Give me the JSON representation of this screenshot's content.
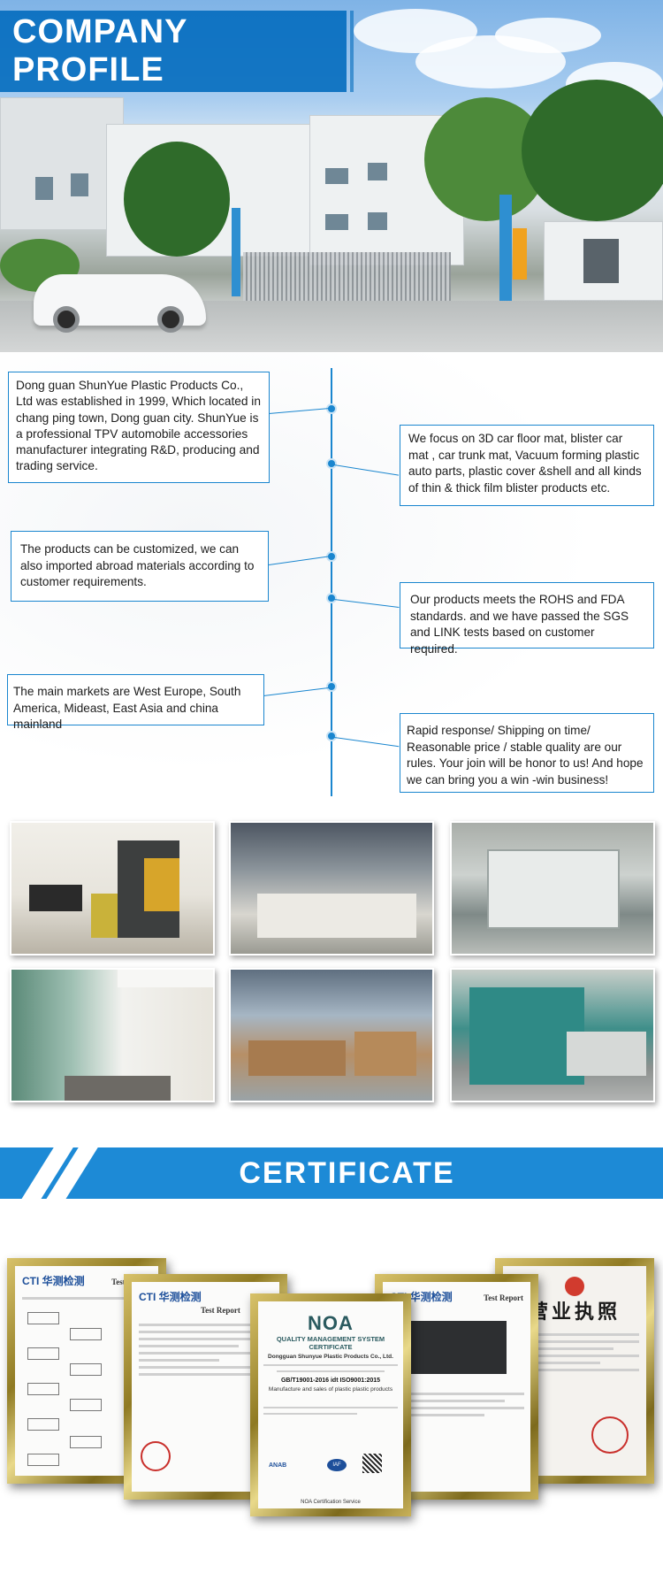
{
  "profile": {
    "title": "COMPANY PROFILE"
  },
  "timeline": {
    "items": [
      {
        "side": "left",
        "text": "Dong guan ShunYue Plastic Products Co., Ltd was established in 1999, Which located in chang ping town, Dong guan city. ShunYue is a professional TPV automobile accessories manufacturer integrating R&D, producing and trading service."
      },
      {
        "side": "right",
        "text": "We focus on 3D car floor mat, blister car mat , car trunk mat, Vacuum forming plastic auto parts, plastic cover &shell and all kinds of thin & thick film blister products etc."
      },
      {
        "side": "left",
        "text": "The products can be customized, we can also imported abroad materials according to customer requirements."
      },
      {
        "side": "right",
        "text": "Our products meets the ROHS and FDA standards. and we have passed the SGS and LINK tests based on customer required."
      },
      {
        "side": "left",
        "text": "The main markets are West Europe, South America, Mideast, East Asia and china mainland"
      },
      {
        "side": "right",
        "text": "Rapid response/ Shipping on time/ Reasonable price / stable quality are our rules. Your join will be honor to us! And hope we can bring you a win -win business!"
      }
    ]
  },
  "certificate": {
    "title": "CERTIFICATE",
    "cti_logo": "CTI 华测检测",
    "test_report_label": "Test Report",
    "noa_logo": "NOA",
    "noa_heading": "QUALITY MANAGEMENT SYSTEM CERTIFICATE",
    "noa_company": "Dongguan Shunyue Plastic Products Co., Ltd.",
    "noa_standard": "GB/T19001-2016 idt ISO9001:2015",
    "noa_scope": "Manufacture and sales of plastic plastic products",
    "noa_footer": "NOA Certification Service",
    "anab_label": "ANAB",
    "iaf_label": "IAF",
    "biz_license": "营业执照"
  }
}
